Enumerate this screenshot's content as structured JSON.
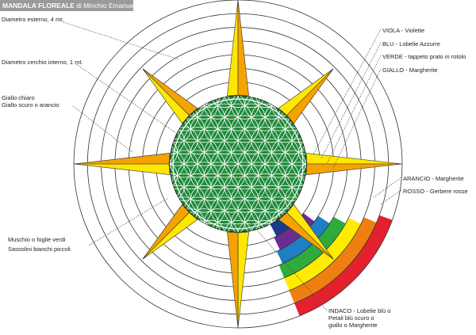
{
  "title": {
    "main": "MANDALA FLOREALE",
    "author": "di Minchio Emanuela"
  },
  "labels": {
    "outer_diameter": "Diametro esterno, 4 mt.",
    "inner_diameter": "Diametro cerchio interno, 1 mt.",
    "light_yellow": "Giallo chiaro",
    "dark_yellow": "Giallo scuro o arancio",
    "viola": "VIOLA - Violette",
    "blu": "BLU - Lobelie Azzurre",
    "verde": "VERDE - tappeto prato in rotolo",
    "giallo": "GIALLO - Margherite",
    "arancio": "ARANCIO - Margherite",
    "rosso": "ROSSO - Gerbere rosse",
    "moss": "Muschio o foglie verdi",
    "pebbles": "Sassolini bianchi piccoli",
    "indaco_1": "INDACO - Lobelie blù o",
    "indaco_2": "Petali blù scuro o",
    "indaco_3": "giallo o Margherite"
  },
  "colors": {
    "center_green": "#1f8a3a",
    "ray_yellow": "#ffe800",
    "ray_orange": "#f5a300",
    "red": "#e5202e",
    "orange": "#f07f12",
    "yellow": "#ffec00",
    "green": "#2eab3c",
    "blue": "#1f7ec4",
    "violet": "#6b2d8f",
    "indigo": "#1c3a8c"
  },
  "icons": {
    "mandala": "flower-of-life-icon"
  }
}
